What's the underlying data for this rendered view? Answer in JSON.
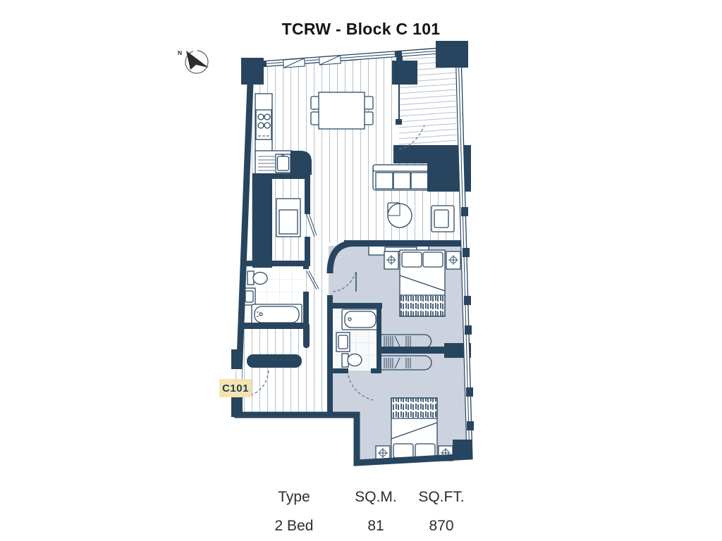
{
  "title": "TCRW - Block C 101",
  "compass": {
    "north_label": "N"
  },
  "floor_plan": {
    "unit_label": "C101",
    "colors": {
      "wall": "#28455f",
      "bedroom_floor": "#ccd3de",
      "hatch_line": "#b6c0cb",
      "bathroom_tile_line": "#dbe0e6",
      "unit_label_bg": "#f4e3af",
      "unit_label_text": "#203d5b"
    }
  },
  "summary_table": {
    "headers": [
      "Type",
      "SQ.M.",
      "SQ.FT."
    ],
    "row": [
      "2 Bed",
      "81",
      "870"
    ]
  }
}
